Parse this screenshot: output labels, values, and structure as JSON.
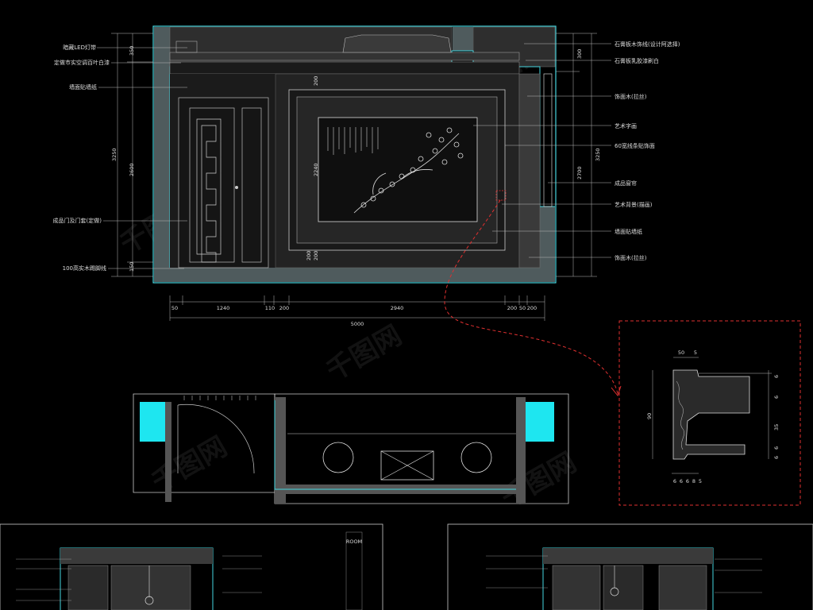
{
  "elevation": {
    "labels_left": [
      "暗藏LED灯带",
      "定做市实空调百叶白漆",
      "墙面贴墙纸",
      "成品门及门套(定做)",
      "100高实木踢脚线"
    ],
    "labels_right": [
      "石膏板木饰线(设计阿选择)",
      "石膏板乳胶漆刷白",
      "饰面木(拉丝)",
      "艺术字画",
      "60宽线条贴饰面",
      "成品窗帘",
      "艺术背景(描画)",
      "墙面贴墙纸",
      "饰面木(拉丝)"
    ],
    "dims_bottom": [
      "50",
      "1240",
      "110",
      "200",
      "2940",
      "200",
      "50",
      "200"
    ],
    "dim_total": "5000",
    "dims_left": [
      "350",
      "2600",
      "3250",
      "150"
    ],
    "dims_right": [
      "300",
      "2700",
      "3250"
    ],
    "dims_panel": [
      "200",
      "2240",
      "200",
      "200"
    ]
  },
  "detail": {
    "dims": [
      "50",
      "5",
      "90",
      "6",
      "6",
      "35",
      "6",
      "6",
      "6",
      "6",
      "6",
      "8",
      "5"
    ]
  },
  "sheet_title": "ROOM",
  "watermark": "千图网"
}
